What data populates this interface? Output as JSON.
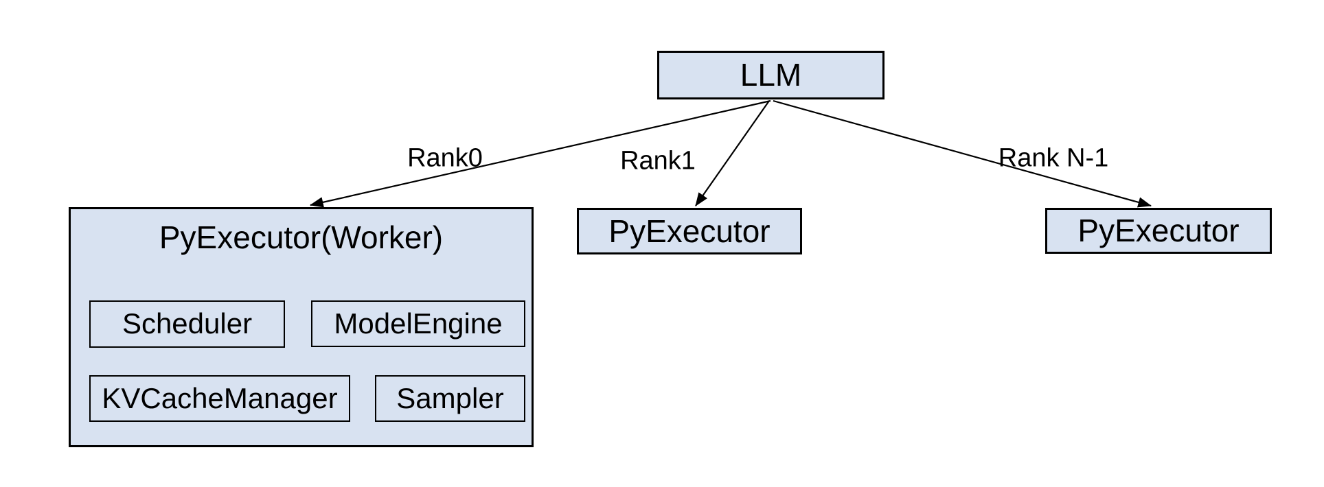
{
  "diagram": {
    "colors": {
      "node_fill": "#d8e2f1",
      "node_border": "#000000",
      "background": "#ffffff",
      "text": "#000000"
    },
    "nodes": {
      "llm": {
        "label": "LLM"
      },
      "worker": {
        "label": "PyExecutor(Worker)",
        "children": {
          "scheduler": {
            "label": "Scheduler"
          },
          "model_engine": {
            "label": "ModelEngine"
          },
          "kv_cache_manager": {
            "label": "KVCacheManager"
          },
          "sampler": {
            "label": "Sampler"
          }
        }
      },
      "rank1_executor": {
        "label": "PyExecutor"
      },
      "rank_n_executor": {
        "label": "PyExecutor"
      }
    },
    "edges": [
      {
        "from": "llm",
        "to": "worker",
        "label": "Rank0"
      },
      {
        "from": "llm",
        "to": "rank1_executor",
        "label": "Rank1"
      },
      {
        "from": "llm",
        "to": "rank_n_executor",
        "label": "Rank N-1"
      }
    ]
  }
}
